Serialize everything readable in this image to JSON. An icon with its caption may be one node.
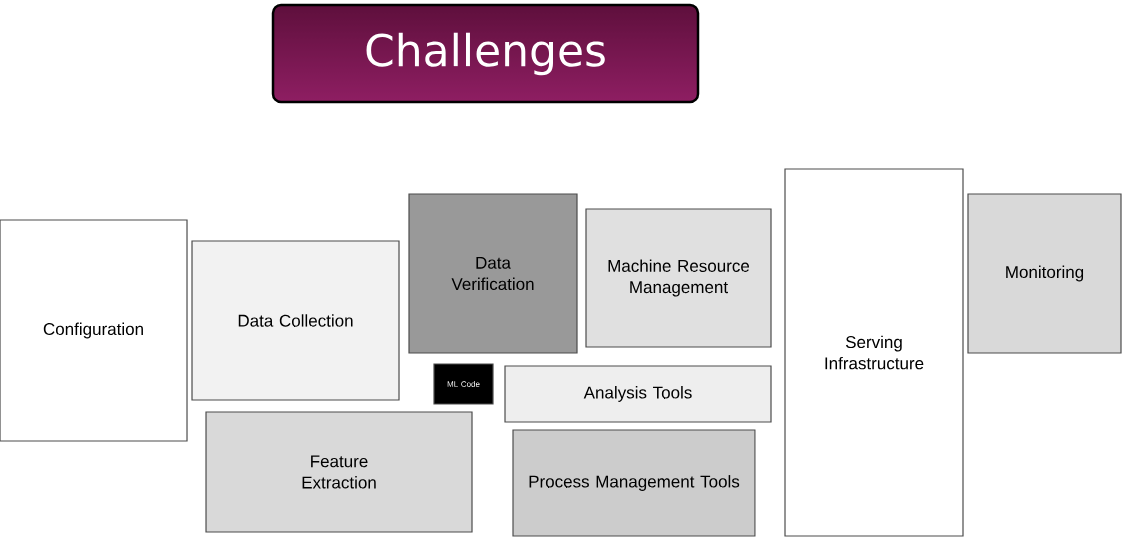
{
  "diagram": {
    "title": "Challenges",
    "nodes": [
      {
        "text": [
          "Configuration"
        ]
      },
      {
        "text": [
          "Data Collection"
        ]
      },
      {
        "text": [
          "Data Verification"
        ]
      },
      {
        "text": [
          "Machine Resource Management"
        ]
      },
      {
        "text": [
          "Serving Infrastructure"
        ]
      },
      {
        "text": [
          "Monitoring"
        ]
      },
      {
        "text": [
          "ML Code"
        ]
      },
      {
        "text": [
          "Analysis Tools"
        ]
      },
      {
        "text": [
          "Feature Extraction"
        ]
      },
      {
        "text": [
          "Process Management Tools"
        ]
      }
    ]
  }
}
